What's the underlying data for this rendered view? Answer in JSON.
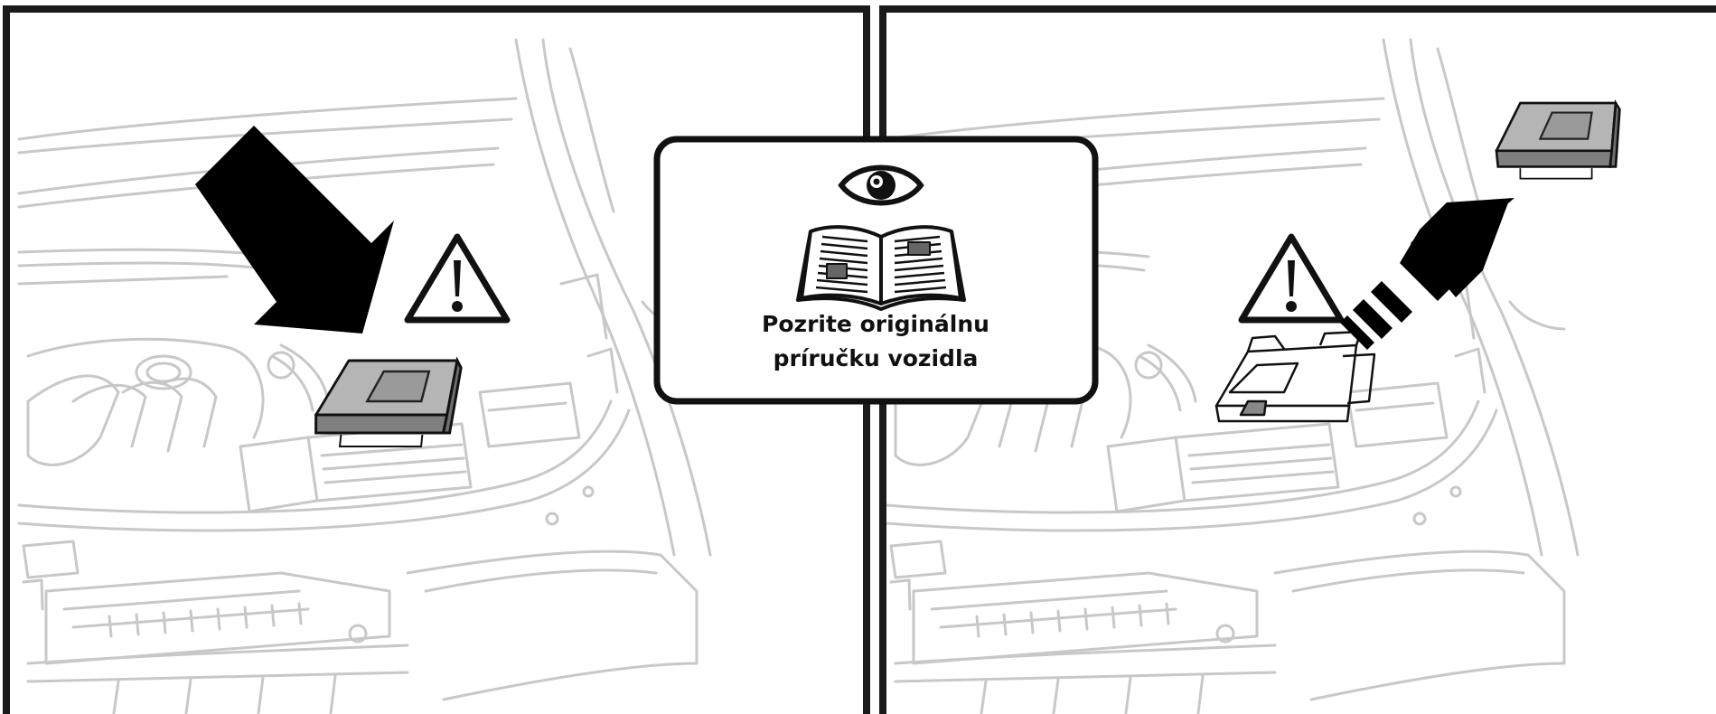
{
  "callout": {
    "line1": "Pozrite originálnu",
    "line2": "príručku vozidla",
    "icons": [
      "eye-icon",
      "open-book-icon"
    ]
  },
  "panels": [
    {
      "name": "battery-covered",
      "icons": [
        "warning-triangle-icon",
        "down-right-arrow-icon"
      ]
    },
    {
      "name": "battery-cover-removed",
      "icons": [
        "warning-triangle-icon",
        "up-right-arrow-icon"
      ]
    }
  ],
  "colors": {
    "frame": "#1a1a1a",
    "line_art": "#c4c4c4",
    "cover_fill": "#8c8c8c",
    "arrow": "#000000"
  }
}
